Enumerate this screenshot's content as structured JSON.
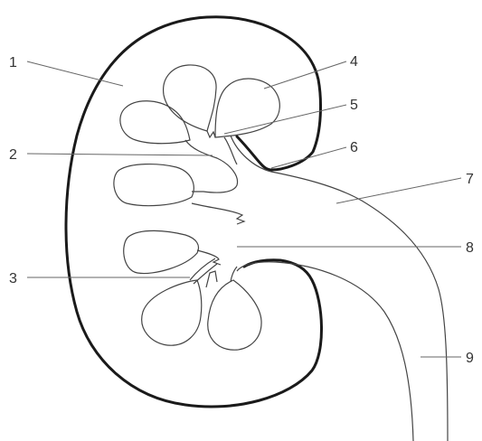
{
  "diagram": {
    "labels": [
      {
        "id": "1",
        "text": "1"
      },
      {
        "id": "2",
        "text": "2"
      },
      {
        "id": "3",
        "text": "3"
      },
      {
        "id": "4",
        "text": "4"
      },
      {
        "id": "5",
        "text": "5"
      },
      {
        "id": "6",
        "text": "6"
      },
      {
        "id": "7",
        "text": "7"
      },
      {
        "id": "8",
        "text": "8"
      },
      {
        "id": "9",
        "text": "9"
      }
    ]
  },
  "colors": {
    "outline": "#1a1a1a",
    "inner_lines": "#444444",
    "leader_lines": "#666666",
    "background": "#ffffff"
  }
}
